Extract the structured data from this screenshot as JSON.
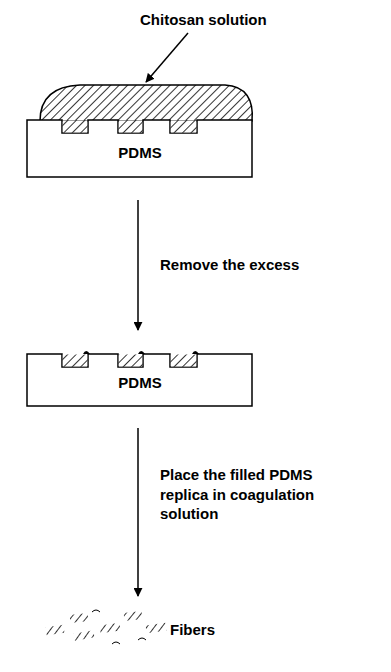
{
  "diagram": {
    "nodes": [
      {
        "text": [
          "PDMS"
        ]
      },
      {
        "text": [
          "PDMS"
        ]
      }
    ],
    "edges": [
      {
        "from": 0,
        "to": 1,
        "arrow": "to",
        "label": "Remove the excess"
      }
    ],
    "labels": [
      "Chitosan solution",
      "Place the filled PDMS replica in coagulation solution",
      "Fibers"
    ]
  }
}
